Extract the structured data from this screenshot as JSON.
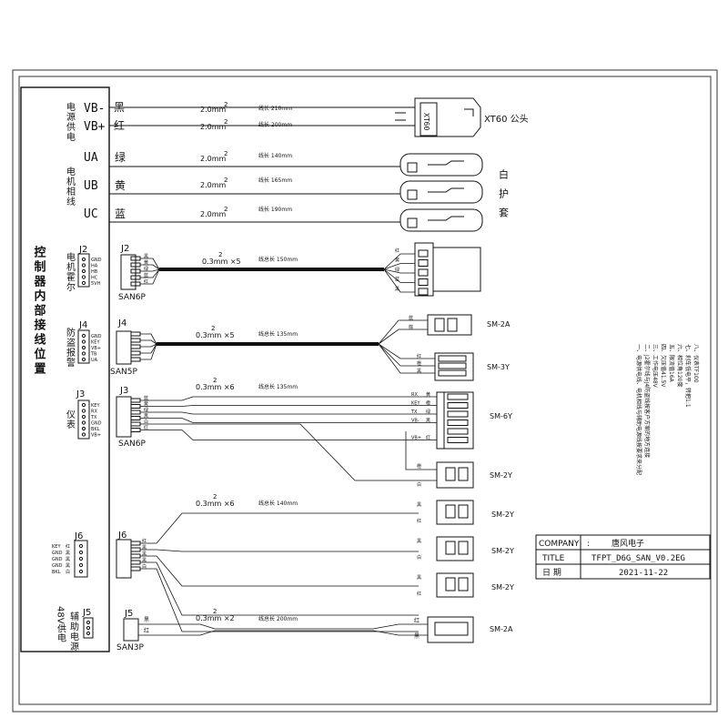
{
  "left_panel": {
    "title": "控制器内部接线位置",
    "power_label": "电源供电",
    "motor_label": "电机相线",
    "hall_label": "电机霍尔",
    "alarm_label": "防盗报警",
    "meter_label": "仪表",
    "aux_label": "辅助电源",
    "aux_voltage": "48V供电"
  },
  "power": {
    "vbn": "VB-",
    "vbp": "VB+",
    "vbn_color": "黑",
    "vbp_color": "红",
    "vbn_gauge": "2.0mm",
    "vbp_gauge": "2.0mm",
    "sup": "2",
    "vbn_len": "线长 210mm",
    "vbp_len": "线长 200mm",
    "connector": "XT60",
    "connector_label": "XT60 公头"
  },
  "motor": {
    "ua": "UA",
    "ub": "UB",
    "uc": "UC",
    "ua_color": "绿",
    "ub_color": "黄",
    "uc_color": "蓝",
    "gauge": "2.0mm",
    "sup": "2",
    "ua_len": "线长 140mm",
    "ub_len": "线长 165mm",
    "uc_len": "线长 190mm",
    "sleeve_label": "白护套"
  },
  "j2": {
    "name": "J2",
    "pins": [
      "GND",
      "HA",
      "HB",
      "HC",
      "5VH"
    ],
    "colors": [
      "黑",
      "黄",
      "绿",
      "蓝",
      "红"
    ],
    "gauge": "0.3mm  ×5",
    "sup": "2",
    "length": "线总长 150mm",
    "type": "SAN6P",
    "end_colors": [
      "红",
      "黄",
      "绿",
      "蓝",
      "黑"
    ]
  },
  "j4": {
    "name": "J4",
    "pins": [
      "GND",
      "KEY",
      "VB+",
      "TB",
      "UA"
    ],
    "gauge": "0.3mm  ×5",
    "sup": "2",
    "length": "线总长 135mm",
    "type": "SAN5P",
    "conn1": "SM-2A",
    "conn1_colors": [
      "蓝",
      "棕"
    ],
    "conn2": "SM-3Y",
    "conn2_colors": [
      "红",
      "橙",
      "黑"
    ]
  },
  "j3": {
    "name": "J3",
    "pins": [
      "KEY",
      "RX",
      "TX",
      "GND",
      "BKL",
      "VB+"
    ],
    "gauge": "0.3mm  ×6",
    "sup": "2",
    "length": "线总长 135mm",
    "type": "SAN6P",
    "wire_colors": [
      "蓝",
      "黄",
      "绿",
      "黑",
      "白",
      "红"
    ],
    "conn1": "SM-6Y",
    "conn1_signals": [
      "RX",
      "KEY",
      "TX",
      "VB-",
      "",
      "VB+"
    ],
    "conn1_colors": [
      "黄",
      "橙",
      "绿",
      "黑",
      "",
      "红"
    ],
    "conn2": "SM-2Y",
    "conn2_colors": [
      "橙",
      "白"
    ]
  },
  "j6": {
    "name": "J6",
    "pins": [
      "KEY",
      "GND",
      "GND",
      "GND",
      "BKL"
    ],
    "pin_colors": [
      "红",
      "黑",
      "黑",
      "黑",
      "白"
    ],
    "gauge": "0.3mm  ×6",
    "sup": "2",
    "length": "线总长 140mm",
    "wire_colors": [
      "红",
      "黑",
      "黑",
      "黑",
      "白"
    ],
    "conns": [
      {
        "name": "SM-2Y",
        "colors": [
          "黑",
          "红"
        ]
      },
      {
        "name": "SM-2Y",
        "colors": [
          "黑",
          "白"
        ]
      },
      {
        "name": "SM-2Y",
        "colors": [
          "黑",
          "红"
        ]
      }
    ]
  },
  "j5": {
    "name": "J5",
    "type": "SAN3P",
    "colors": [
      "黑",
      "红"
    ],
    "gauge": "0.3mm  ×2",
    "sup": "2",
    "length": "线总长 200mm",
    "conn": "SM-2A",
    "conn_colors": [
      "红",
      "黑"
    ]
  },
  "notes": [
    "一、电源供电线、电机相线与辅助电源线按要求来分配",
    "二、J2霍尔线与J4防盗线按客户方案的地方连接",
    "三、工作电压48V",
    "四、欠压值41.5V",
    "五、限流值16A",
    "六、相位角120度",
    "七、刹车低电平，转把1:1",
    "八、仪表TF100"
  ],
  "title_block": {
    "company_label": "COMPANY",
    "company_value": "唐风电子",
    "title_label": "TITLE",
    "title_value": "TFPT_D6G_SAN_V0.2EG",
    "date_label": "日   期",
    "date_value": "2021-11-22"
  }
}
